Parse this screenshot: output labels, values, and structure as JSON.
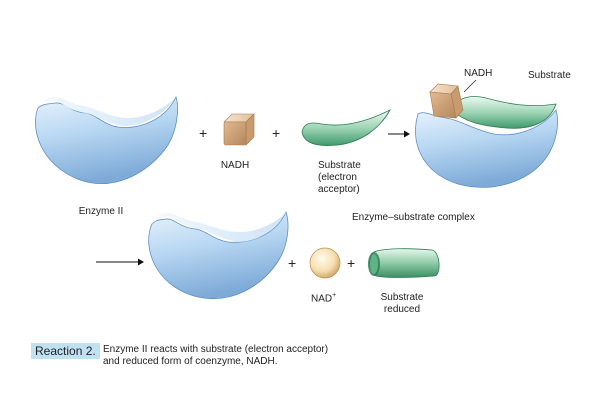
{
  "labels": {
    "enzyme": "Enzyme II",
    "nadh": "NADH",
    "substrate_line1": "Substrate",
    "substrate_line2": "(electron",
    "substrate_line3": "acceptor)",
    "complex_nadh": "NADH",
    "complex_substrate": "Substrate",
    "complex": "Enzyme–substrate complex",
    "nad": "NAD",
    "nad_sup": "+",
    "reduced_line1": "Substrate",
    "reduced_line2": "reduced"
  },
  "operators": {
    "plus": "+"
  },
  "caption": {
    "tag": "Reaction 2.",
    "text_line1": "Enzyme II reacts with substrate (electron acceptor)",
    "text_line2": "and reduced form of coenzyme, NADH."
  },
  "colors": {
    "enzyme_light": "#dcecf9",
    "enzyme_mid": "#a9cdef",
    "enzyme_dark": "#6f9fd0",
    "nadh_light": "#efd3b4",
    "nadh_dark": "#b98b5e",
    "substrate_light": "#dff2e6",
    "substrate_dark": "#3f9a6c",
    "nad_light": "#fff4d8",
    "nad_dark": "#d8b578",
    "caption_tag_bg": "#bfe1f2"
  }
}
